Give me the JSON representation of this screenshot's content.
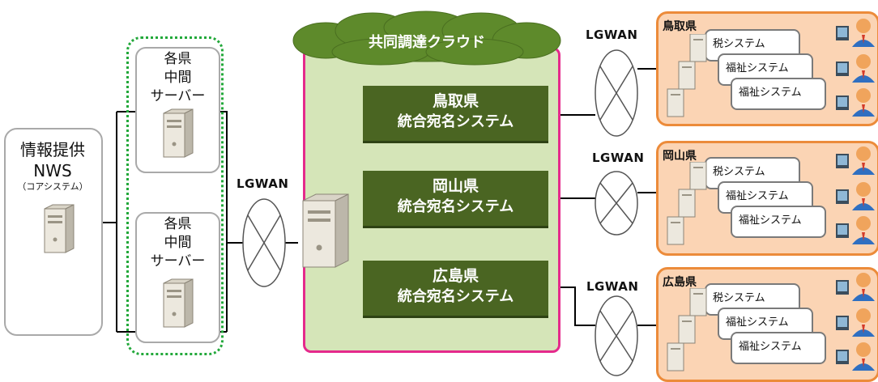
{
  "nws": {
    "title_line1": "情報提供",
    "title_line2": "NWS",
    "subtitle": "（コアシステム）"
  },
  "intermediate_servers": [
    {
      "line1": "各県",
      "line2": "中間",
      "line3": "サーバー"
    },
    {
      "line1": "各県",
      "line2": "中間",
      "line3": "サーバー"
    }
  ],
  "network_label": "LGWAN",
  "cloud": {
    "title": "共同調達クラウド"
  },
  "systems": [
    {
      "name": "鳥取県",
      "subtitle": "統合宛名システム"
    },
    {
      "name": "岡山県",
      "subtitle": "統合宛名システム"
    },
    {
      "name": "広島県",
      "subtitle": "統合宛名システム"
    }
  ],
  "prefectures": [
    {
      "name": "鳥取県",
      "cards": [
        "税システム",
        "福祉システム",
        "福祉システム"
      ]
    },
    {
      "name": "岡山県",
      "cards": [
        "税システム",
        "福祉システム",
        "福祉システム"
      ]
    },
    {
      "name": "広島県",
      "cards": [
        "税システム",
        "福祉システム",
        "福祉システム"
      ]
    }
  ],
  "colors": {
    "cloud_fill": "#d5e5b8",
    "cloud_border": "#e52a8c",
    "cloud_title_bg": "#5e8a2b",
    "system_box": "#4a6522",
    "pref_fill": "#fbd4b4",
    "pref_border": "#ec8b3a",
    "group_border": "#22a83a"
  },
  "icons": [
    "server-icon",
    "network-crossing-icon",
    "user-workstation-icon",
    "cloud-shape"
  ]
}
